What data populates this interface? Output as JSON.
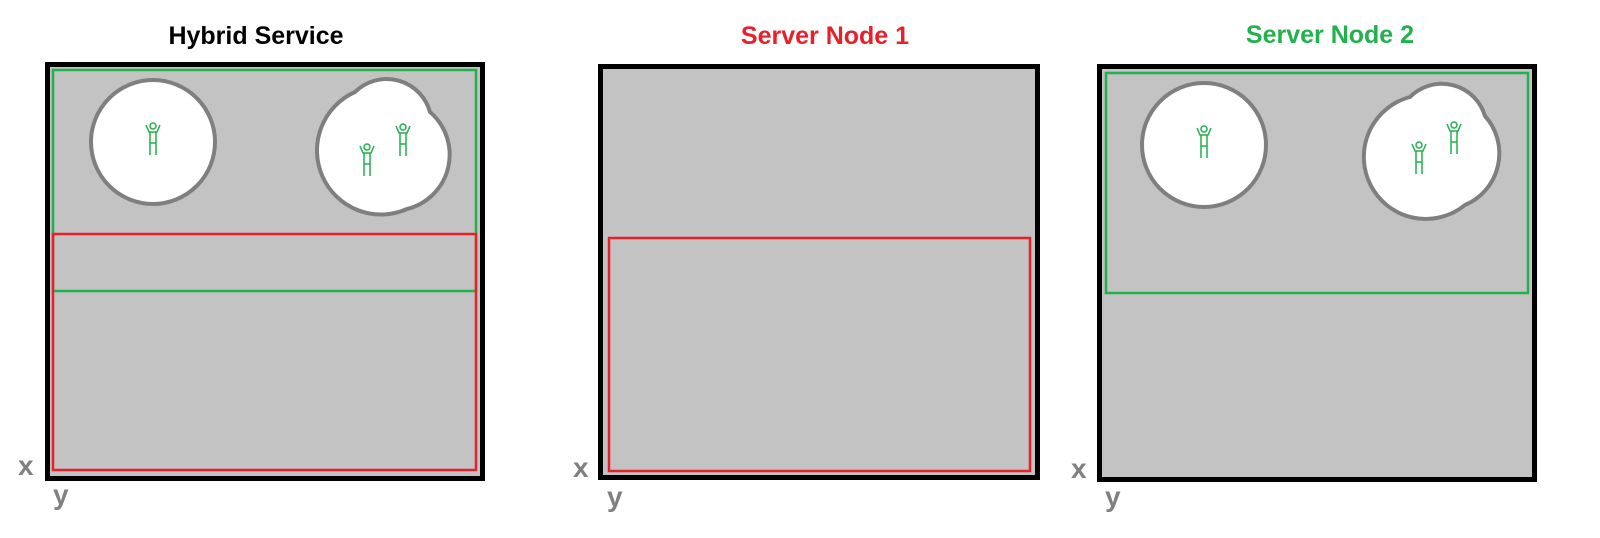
{
  "panels": [
    {
      "title": "Hybrid Service",
      "title_color": "#000000",
      "axis_x": "x",
      "axis_y": "y"
    },
    {
      "title": "Server Node 1",
      "title_color": "#e8202a",
      "axis_x": "x",
      "axis_y": "y"
    },
    {
      "title": "Server Node 2",
      "title_color": "#22b14c",
      "axis_x": "x",
      "axis_y": "y"
    }
  ],
  "colors": {
    "area_fill": "#c3c3c3",
    "border": "#000000",
    "red_region": "#e8202a",
    "green_region": "#22b14c",
    "circle_stroke": "#7f7f7f",
    "person": "#22b14c"
  }
}
